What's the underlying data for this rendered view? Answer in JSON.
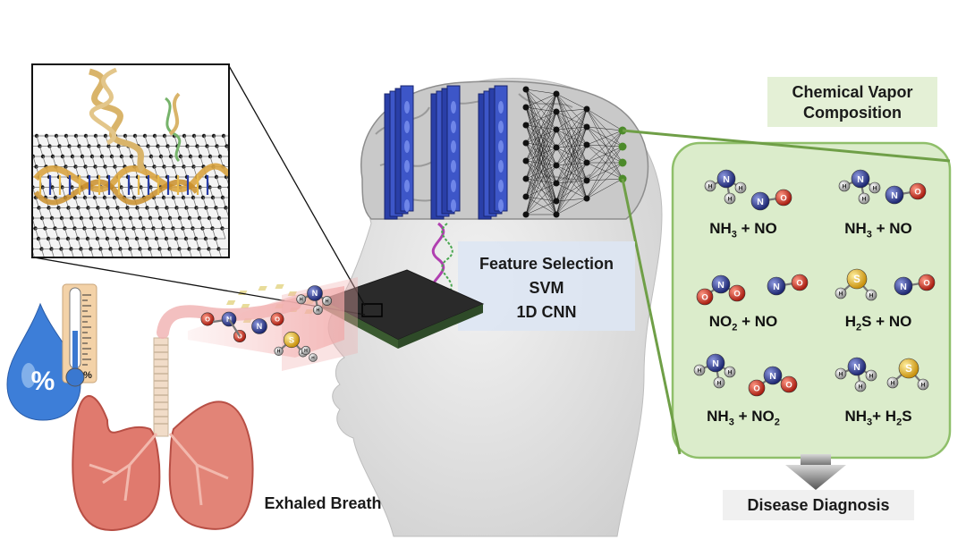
{
  "labels": {
    "chemical_vapor_line1": "Chemical Vapor",
    "chemical_vapor_line2": "Composition",
    "feature_selection": "Feature Selection",
    "svm": "SVM",
    "cnn": "1D CNN",
    "exhaled_breath": "Exhaled Breath",
    "disease_diagnosis": "Disease Diagnosis",
    "humidity_symbol": "%",
    "thermo_percent": "%"
  },
  "mixtures": [
    {
      "a": "NH",
      "a_sub": "3",
      "plus": " + ",
      "b": "NO",
      "b_sub": "",
      "c": ""
    },
    {
      "a": "NH",
      "a_sub": "3",
      "plus": " + ",
      "b": "NO",
      "b_sub": "",
      "c": ""
    },
    {
      "a": "NO",
      "a_sub": "2",
      "plus": " + ",
      "b": "NO",
      "b_sub": "",
      "c": ""
    },
    {
      "a": "H",
      "a_sub": "2",
      "plus": "S + ",
      "b": "NO",
      "b_sub": "",
      "c": ""
    },
    {
      "a": "NH",
      "a_sub": "3",
      "plus": " + ",
      "b": "NO",
      "b_sub": "2",
      "c": ""
    },
    {
      "a": "NH",
      "a_sub": "3",
      "plus": "+ H",
      "b": "",
      "b_sub": "2",
      "c": "S"
    }
  ],
  "atom_letters": {
    "nitrogen": "N",
    "oxygen": "O",
    "hydrogen": "H",
    "sulfur": "S"
  },
  "colors": {
    "panel_fill": "#dbeccb",
    "panel_border": "#8fbf6a",
    "brain_blue": "#2a3fa8",
    "nitrogen": "#2b3a8f",
    "oxygen": "#d23a2a",
    "sulfur": "#e2b42a",
    "lung": "#e07a6e",
    "water": "#3d7ed8"
  }
}
